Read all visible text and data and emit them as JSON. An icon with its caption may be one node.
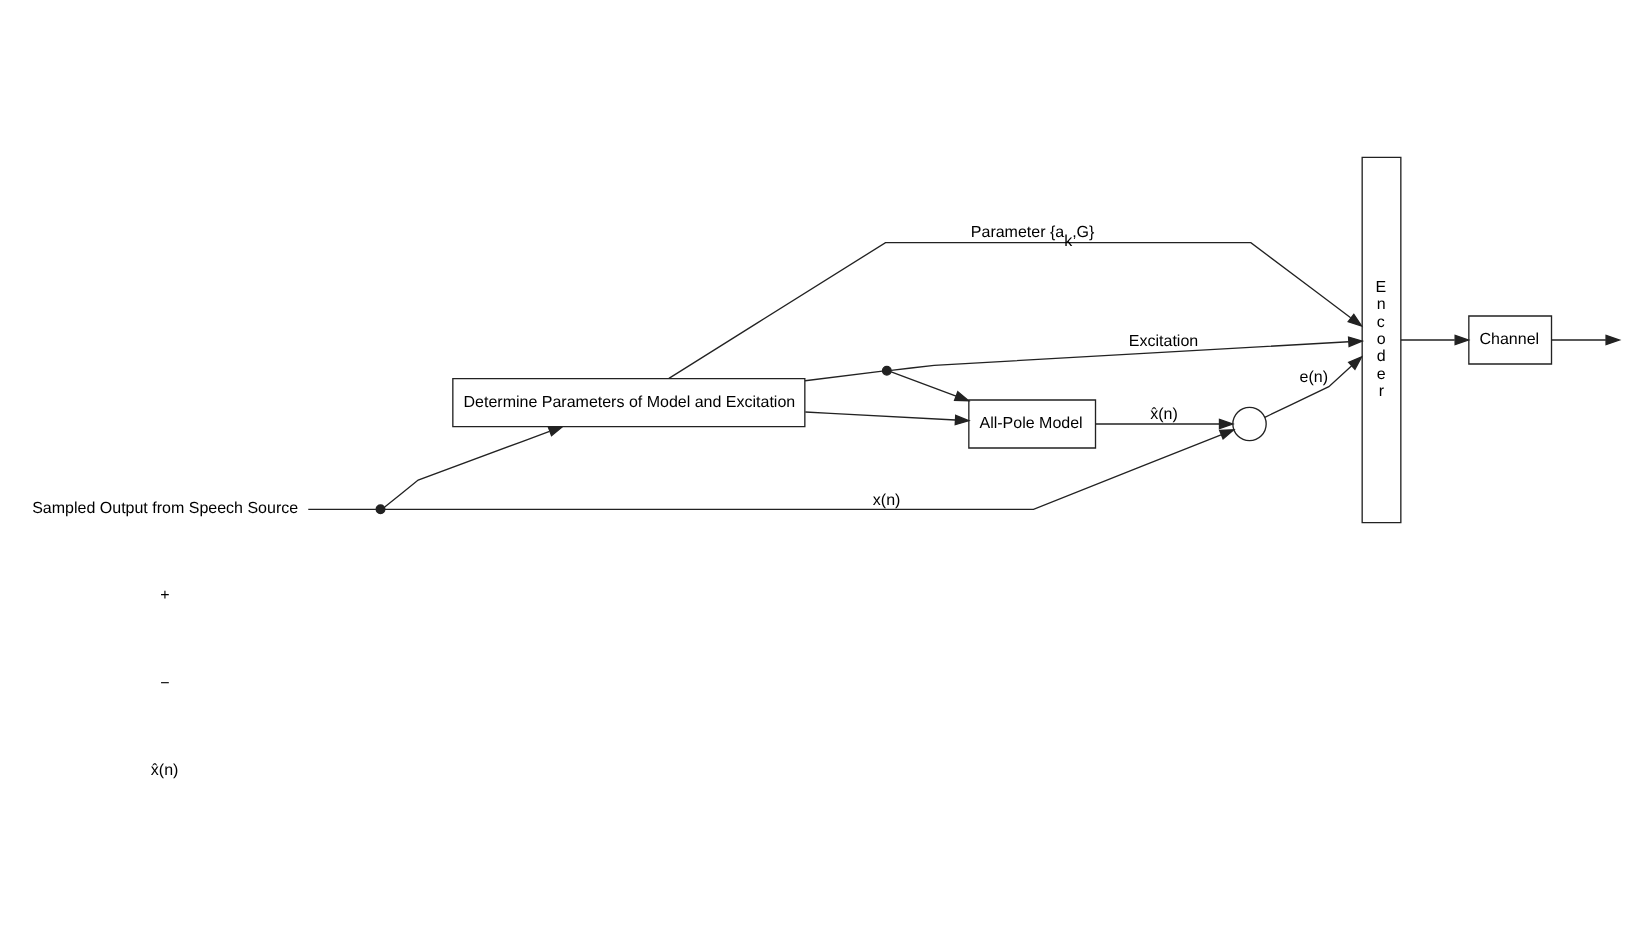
{
  "diagram": {
    "nodes": [
      {
        "text": [
          "Sampled Output from Speech Source"
        ]
      },
      {
        "text": [],
        "shape": "dot"
      },
      {
        "text": [
          "Determine Parameters of Model and Excitation"
        ]
      },
      {
        "text": [],
        "shape": "circle"
      },
      {
        "text": [
          "Encoder"
        ]
      },
      {
        "text": [
          "Channel"
        ]
      },
      {
        "text": [],
        "shape": "dot"
      },
      {
        "text": [
          "All-Pole Model"
        ]
      }
    ],
    "edges": [
      {
        "from": 0,
        "to": 1,
        "arrow": "none"
      },
      {
        "from": 1,
        "to": 3,
        "arrow": "to",
        "label": "x(n)"
      },
      {
        "from": 1,
        "to": 2,
        "arrow": "to"
      },
      {
        "from": 3,
        "to": 4,
        "arrow": "to",
        "label": "e(n)"
      },
      {
        "from": 2,
        "to": 4,
        "arrow": "to",
        "label": "Parameter {a$_{k}$,G}"
      },
      {
        "from": 2,
        "to": 7,
        "arrow": "to"
      },
      {
        "from": 2,
        "to": 6,
        "arrow": "none"
      },
      {
        "from": 6,
        "to": 4,
        "arrow": "to",
        "label": "Excitation"
      },
      {
        "from": 6,
        "to": 7,
        "arrow": "to"
      },
      {
        "from": 7,
        "to": 3,
        "arrow": "to",
        "label": "x̂(n)"
      },
      {
        "from": 4,
        "to": 5,
        "arrow": "to"
      },
      {
        "from": 5,
        "to": null,
        "arrow": "to"
      }
    ],
    "labels": [
      "+",
      "−",
      "x̂(n)"
    ]
  }
}
